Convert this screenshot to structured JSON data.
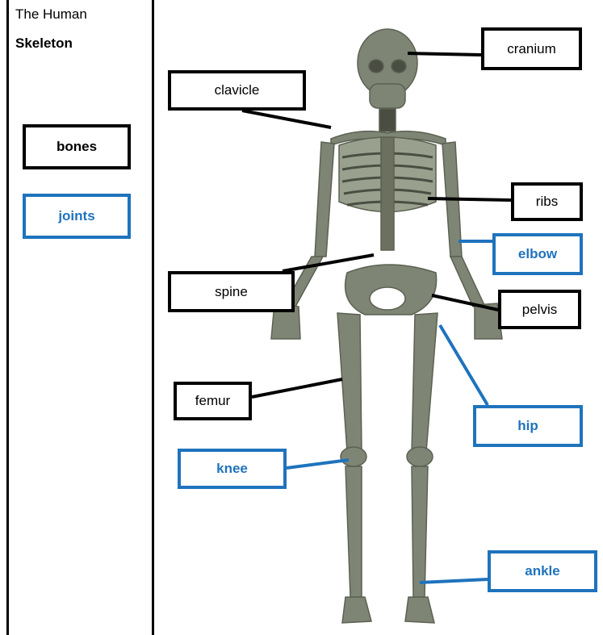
{
  "header": {
    "line1": "The Human",
    "line2": "Skeleton"
  },
  "key": {
    "bones": "bones",
    "joints": "joints"
  },
  "labels": {
    "cranium": "cranium",
    "clavicle": "clavicle",
    "ribs": "ribs",
    "elbow": "elbow",
    "spine": "spine",
    "pelvis": "pelvis",
    "hip": "hip",
    "femur": "femur",
    "knee": "knee",
    "ankle": "ankle"
  },
  "colors": {
    "bone_label": "#000000",
    "joint_label": "#1f73bd",
    "skeleton": "#7f8574"
  }
}
